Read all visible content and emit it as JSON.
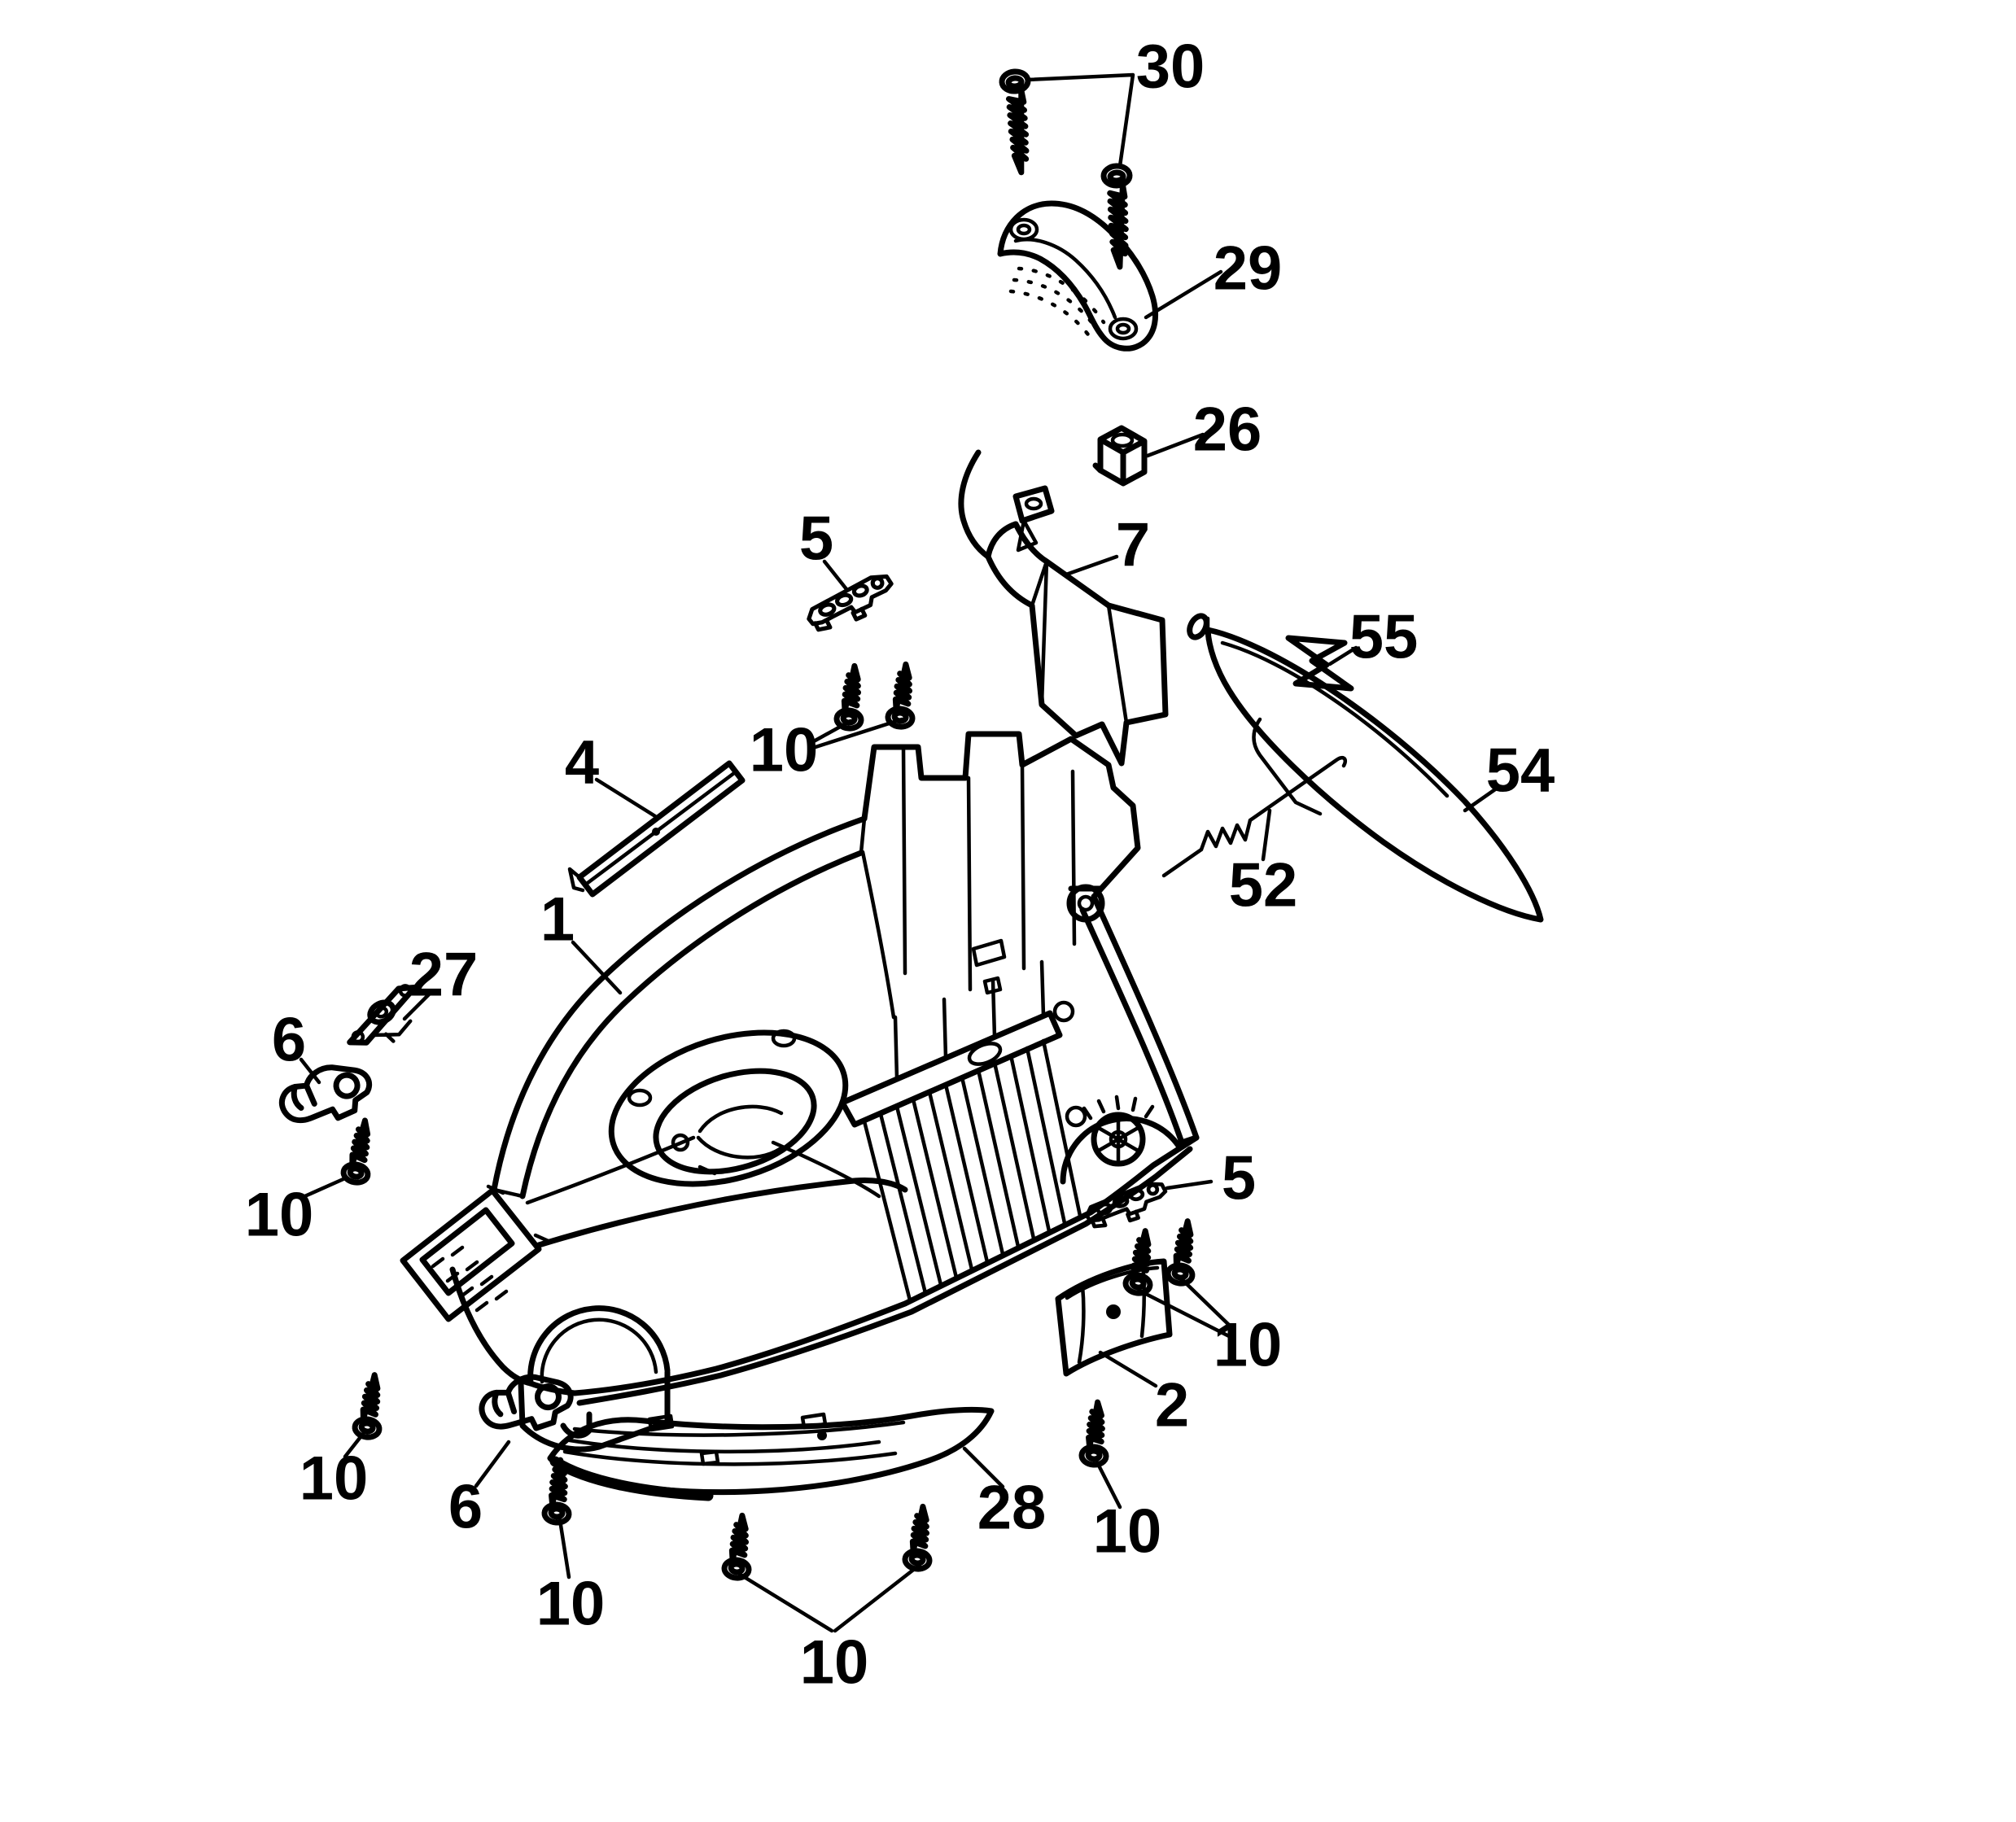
{
  "diagram": {
    "kind": "exploded-parts-diagram",
    "subject": "mower-deck-housing-assembly",
    "background_color": "#ffffff",
    "ink_color": "#000000"
  },
  "callouts": [
    {
      "label": "30"
    },
    {
      "label": "29"
    },
    {
      "label": "26"
    },
    {
      "label": "5"
    },
    {
      "label": "7"
    },
    {
      "label": "55"
    },
    {
      "label": "10"
    },
    {
      "label": "4"
    },
    {
      "label": "54"
    },
    {
      "label": "52"
    },
    {
      "label": "1"
    },
    {
      "label": "27"
    },
    {
      "label": "6"
    },
    {
      "label": "10"
    },
    {
      "label": "5"
    },
    {
      "label": "10"
    },
    {
      "label": "2"
    },
    {
      "label": "10"
    },
    {
      "label": "28"
    },
    {
      "label": "10"
    },
    {
      "label": "6"
    },
    {
      "label": "10"
    },
    {
      "label": "10"
    }
  ],
  "parts_legend": [
    {
      "number": "1",
      "name": "deck-housing",
      "instances_drawn": 1
    },
    {
      "number": "2",
      "name": "cover-plate",
      "instances_drawn": 1
    },
    {
      "number": "4",
      "name": "trim-strip",
      "instances_drawn": 1
    },
    {
      "number": "5",
      "name": "mount-bracket",
      "instances_drawn": 2
    },
    {
      "number": "6",
      "name": "latch-bracket",
      "instances_drawn": 2
    },
    {
      "number": "7",
      "name": "rear-cover-bracket",
      "instances_drawn": 1
    },
    {
      "number": "10",
      "name": "self-tapping-screw",
      "instances_drawn": 10
    },
    {
      "number": "26",
      "name": "square-nut",
      "instances_drawn": 1
    },
    {
      "number": "27",
      "name": "clip-bracket",
      "instances_drawn": 1
    },
    {
      "number": "28",
      "name": "front-skirt",
      "instances_drawn": 1
    },
    {
      "number": "29",
      "name": "handle-grip",
      "instances_drawn": 1
    },
    {
      "number": "30",
      "name": "screw",
      "instances_drawn": 2
    },
    {
      "number": "52",
      "name": "door-spring",
      "instances_drawn": 1
    },
    {
      "number": "54",
      "name": "discharge-door",
      "instances_drawn": 1
    },
    {
      "number": "55",
      "name": "deflector-decal",
      "instances_drawn": 1
    }
  ]
}
